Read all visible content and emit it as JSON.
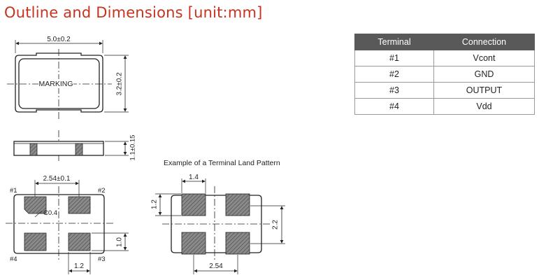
{
  "title": "Outline and Dimensions [unit:mm]",
  "top_view": {
    "width_dim": "5.0±0.2",
    "height_dim": "3.2±0.2",
    "marking": "MARKING"
  },
  "side_view": {
    "height_dim": "1.1±0.15"
  },
  "bottom_view": {
    "pitch_dim": "2.54±0.1",
    "chamfer": "C0.4",
    "pad_height": "1.0",
    "pad_width": "1.2",
    "pin1": "#1",
    "pin2": "#2",
    "pin3": "#3",
    "pin4": "#4"
  },
  "land_pattern": {
    "title": "Example of a Terminal Land Pattern",
    "pad_width": "1.4",
    "pad_height": "1.2",
    "row_pitch": "2.2",
    "col_pitch": "2.54"
  },
  "terminal_table": {
    "headers": [
      "Terminal",
      "Connection"
    ],
    "rows": [
      [
        "#1",
        "Vcont"
      ],
      [
        "#2",
        "GND"
      ],
      [
        "#3",
        "OUTPUT"
      ],
      [
        "#4",
        "Vdd"
      ]
    ]
  },
  "colors": {
    "title": "#c8321e",
    "header_bg": "#595959",
    "pad_fill": "#808080"
  }
}
